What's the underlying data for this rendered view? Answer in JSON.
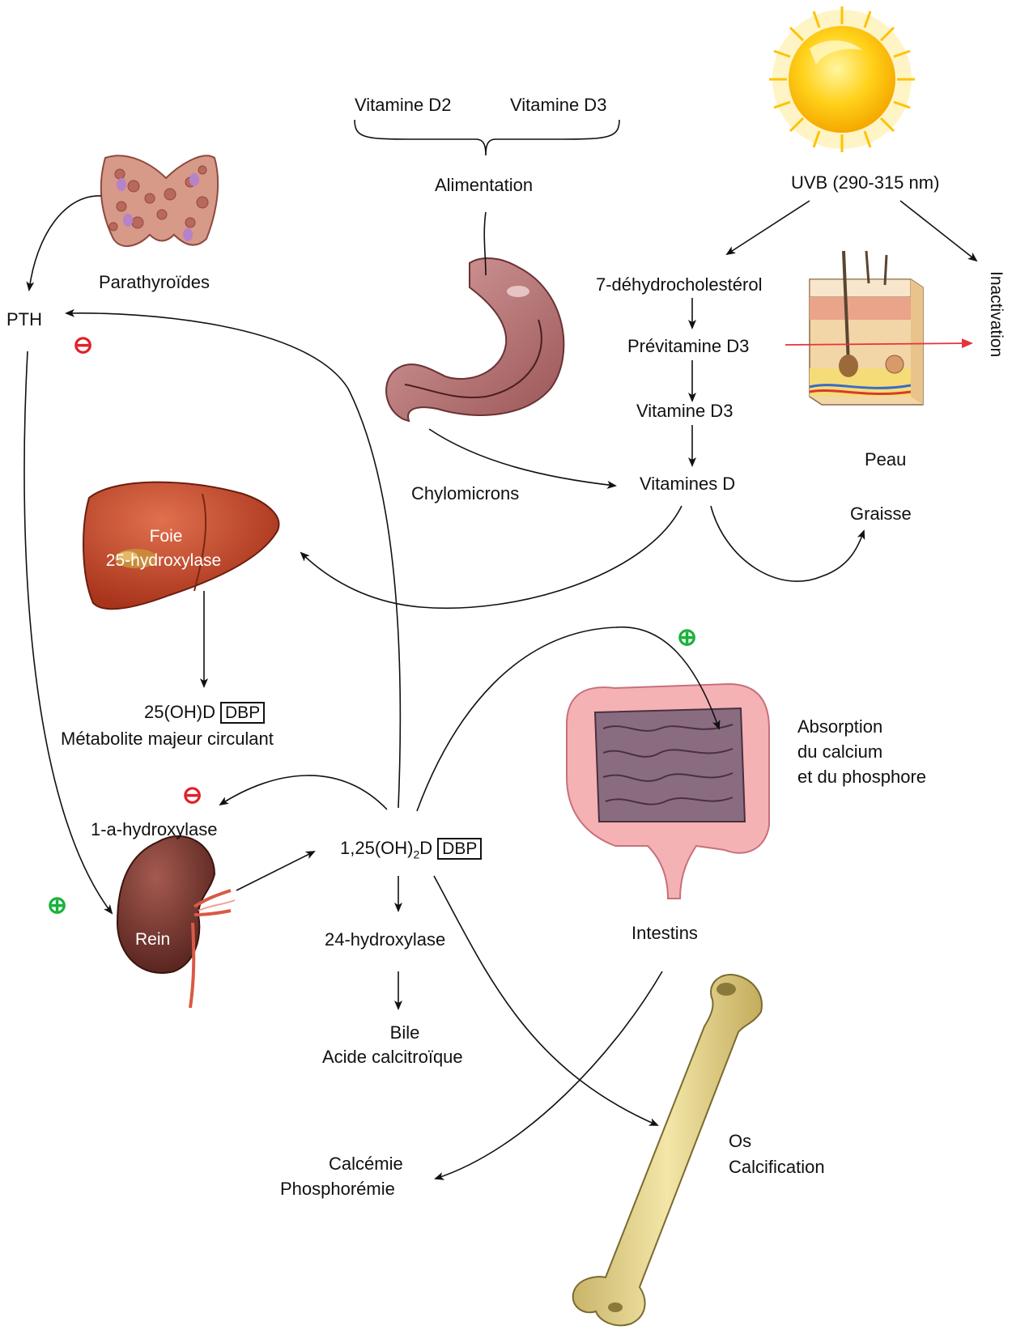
{
  "labels": {
    "vit_d2": "Vitamine D2",
    "vit_d3_food": "Vitamine D3",
    "alimentation": "Alimentation",
    "uvb": "UVB (290-315 nm)",
    "parathyroides": "Parathyroïdes",
    "pth": "PTH",
    "dehydro": "7-déhydrocholestérol",
    "previtamine": "Prévitamine D3",
    "vitamine_d3": "Vitamine D3",
    "vitamines_d": "Vitamines D",
    "chylomicrons": "Chylomicrons",
    "peau": "Peau",
    "inactivation": "Inactivation",
    "graisse": "Graisse",
    "foie": "Foie",
    "hydroxylase25": "25-hydroxylase",
    "oh_d": "25(OH)D",
    "dbp": "DBP",
    "metabolite": "Métabolite majeur circulant",
    "one_a_hydroxylase": "1-a-hydroxylase",
    "calcitriol_main": "1,25(OH)",
    "calcitriol_sub": "2",
    "calcitriol_end": "D",
    "dbp2": "DBP",
    "rein": "Rein",
    "hydroxylase24": "24-hydroxylase",
    "bile": "Bile",
    "acide": "Acide calcitroïque",
    "intestins": "Intestins",
    "absorption_1": "Absorption",
    "absorption_2": "du calcium",
    "absorption_3": "et du phosphore",
    "calcemie": "Calcémie",
    "phosphoremie": "Phosphorémie",
    "os": "Os",
    "calcification": "Calcification"
  },
  "signs": {
    "minus_pth": "⊖",
    "minus_hydrox": "⊖",
    "plus_rein": "⊕",
    "plus_intestin": "⊕"
  },
  "colors": {
    "inhibit": "#e0202a",
    "stimulate": "#19b23b",
    "arrow": "#111111",
    "red_arrow": "#e8323c"
  }
}
